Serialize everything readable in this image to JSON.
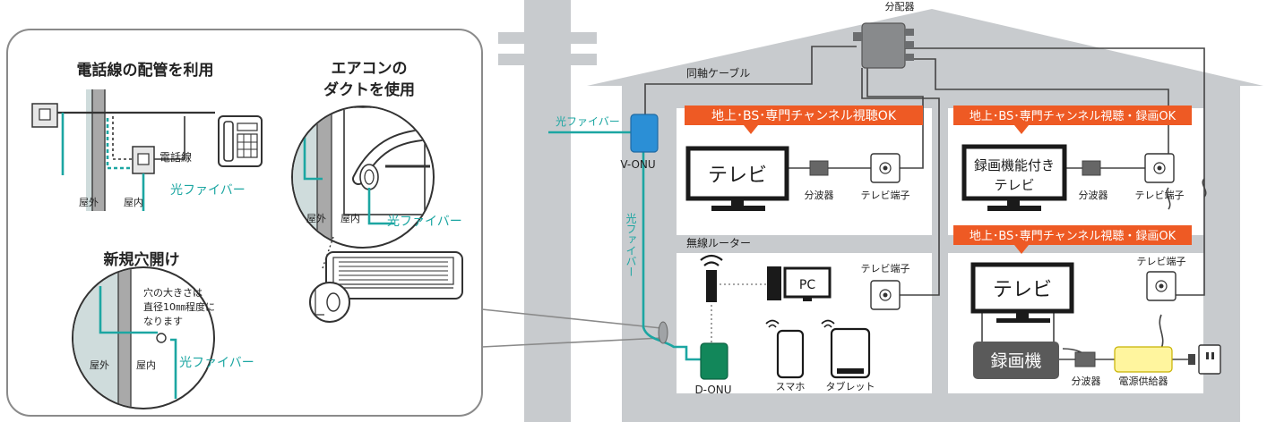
{
  "inset": {
    "phone_route": {
      "title": "電話線の配管を利用",
      "phone_line_label": "電話線",
      "fiber_label": "光ファイバー",
      "outdoor": "屋外",
      "indoor": "屋内"
    },
    "aircon_route": {
      "title_line1": "エアコンの",
      "title_line2": "ダクトを使用",
      "fiber_label": "光ファイバー",
      "outdoor": "屋外",
      "indoor": "屋内"
    },
    "new_hole": {
      "title": "新規穴開け",
      "note_line1": "穴の大きさは",
      "note_line2": "直径10㎜程度に",
      "note_line3": "なります",
      "fiber_label": "光ファイバー",
      "outdoor": "屋外",
      "indoor": "屋内"
    }
  },
  "house": {
    "splitter_top": "分配器",
    "coax_cable": "同軸ケーブル",
    "fiber_in": "光ファイバー",
    "fiber_vertical": "光ファイバー",
    "v_onu": "V-ONU",
    "room1": {
      "banner": "地上･BS･専門チャンネル視聴OK",
      "tv": "テレビ",
      "divider": "分波器",
      "terminal": "テレビ端子"
    },
    "room2": {
      "banner": "地上･BS･専門チャンネル視聴・録画OK",
      "tv_line1": "録画機能付き",
      "tv_line2": "テレビ",
      "divider": "分波器",
      "terminal": "テレビ端子"
    },
    "room3": {
      "router": "無線ルーター",
      "pc": "PC",
      "terminal": "テレビ端子",
      "d_onu": "D-ONU",
      "phone": "スマホ",
      "tablet": "タブレット"
    },
    "room4": {
      "banner": "地上･BS･専門チャンネル視聴・録画OK",
      "tv": "テレビ",
      "recorder": "録画機",
      "terminal": "テレビ端子",
      "divider": "分波器",
      "power": "電源供給器"
    }
  },
  "colors": {
    "fiber": "#1ca6a2",
    "banner": "#ee5a24",
    "house": "#c8cbce",
    "pole": "#c8cbce",
    "onu_blue": "#2b8fd6",
    "onu_green": "#12875a",
    "power_yellow": "#fff59e",
    "recorder": "#5a5a5a"
  }
}
